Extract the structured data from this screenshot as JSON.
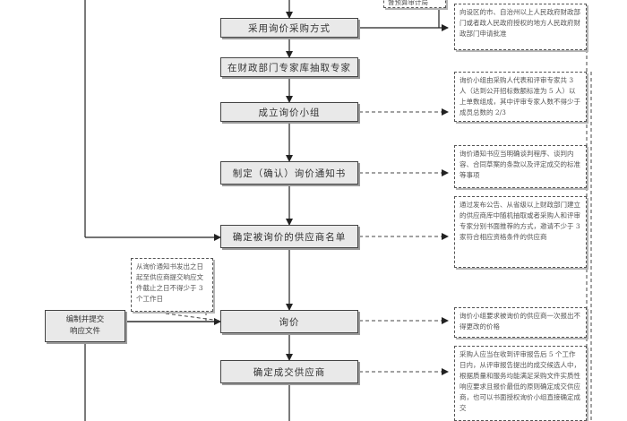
{
  "process_steps": {
    "adopt_method": "采用询价采购方式",
    "extract_experts": "在财政部门专家库抽取专家",
    "form_group": "成立询价小组",
    "make_notice": "制定（确认）询价通知书",
    "determine_suppliers": "确定被询价的供应商名单",
    "inquiry": "询价",
    "determine_winner": "确定成交供应商"
  },
  "side_box": {
    "prepare_response": "编制并提交\n响应文件"
  },
  "notes": {
    "top_partial": "督预算审计局",
    "approval": "向设区的市、自治州以上人民政府财政部门或者政人民政府授权的地方人民政府财政部门申请批准",
    "group_composition": "询价小组由采购人代表和评审专家共 3 人（达到公开招标数额标准为 5 人）以上单数组成，其中评审专家人数不得少于成员总数的 2/3",
    "notice_content": "询价通知书应当明确谈判程序、谈判内容、合同草案的条款以及评定成交的标准等事项",
    "supplier_selection": "通过发布公告、从省级以上财政部门建立的供应商库中随机抽取或者采购人和评审专家分别书面推荐的方式，邀请不少于 3 家符合相应资格条件的供应商",
    "submission_deadline": "从询价通知书发出之日起至供应商提交响应文件截止之日不得少于 3 个工作日",
    "one_time_quote": "询价小组要求被询价的供应商一次报出不得更改的价格",
    "winner_rule": "采购人应当在收到评审报告后 5 个工作日内，从评审报告提出的成交候选人中，根据质量和服务均能满足采购文件实质性响应要求且报价最低的原则确定成交供应商，也可以书面授权询价小组直接确定成交"
  }
}
